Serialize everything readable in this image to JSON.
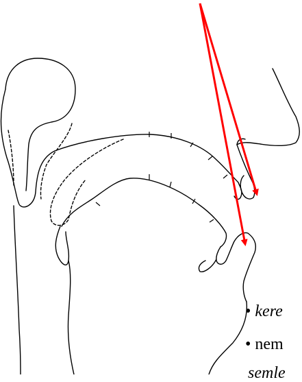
{
  "colors": {
    "line": "#000000",
    "arrow": "#ff0000",
    "background": "#ffffff"
  },
  "captions": [
    {
      "bullet": "•",
      "text": "kere"
    },
    {
      "bullet": "•",
      "text": "nem"
    },
    {
      "bullet": "",
      "text": "semle"
    }
  ]
}
